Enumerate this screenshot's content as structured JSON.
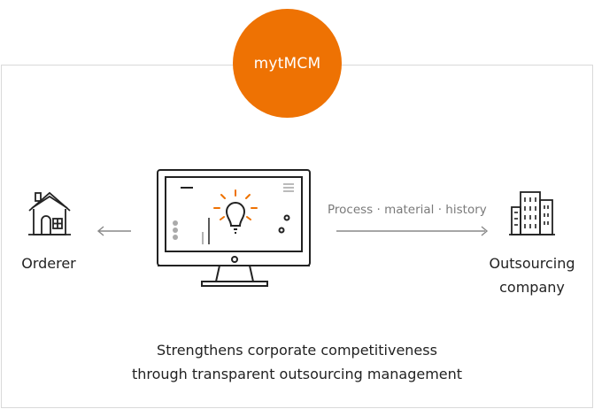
{
  "brand": {
    "name": "mytMCM",
    "color": "#ee7203"
  },
  "nodes": {
    "orderer": {
      "label": "Orderer",
      "icon": "house-icon"
    },
    "platform": {
      "icon": "monitor-lightbulb-icon"
    },
    "outsourcing": {
      "label_line1": "Outsourcing",
      "label_line2": "company",
      "icon": "office-building-icon"
    }
  },
  "flow": {
    "label": "Process · material · history"
  },
  "tagline": {
    "line1": "Strengthens corporate competitiveness",
    "line2": "through transparent outsourcing management"
  },
  "colors": {
    "accent": "#ee7203",
    "line": "#222222",
    "arrow": "#888888",
    "border": "#d9d9d9"
  }
}
